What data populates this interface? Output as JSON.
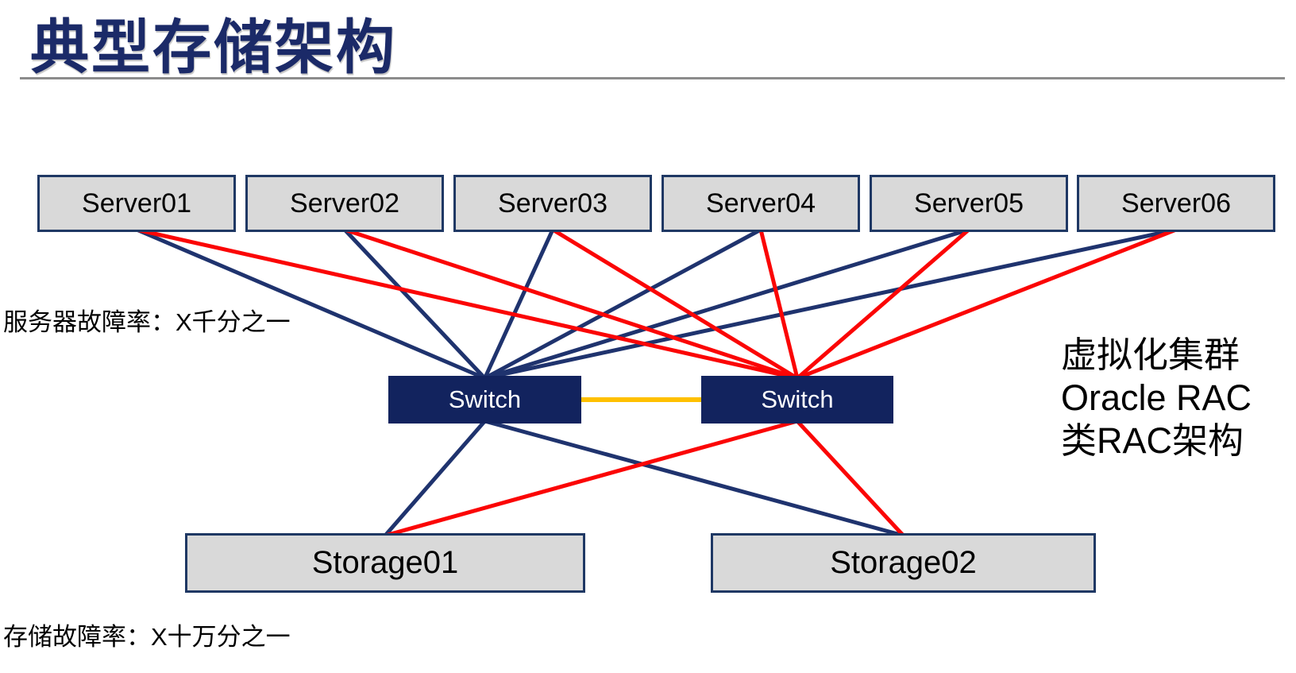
{
  "page": {
    "title": "典型存储架构"
  },
  "colors": {
    "navy_line": "#1F336E",
    "red_line": "#FB0505",
    "link_yellow": "#FFC000",
    "node_fill": "#D9D9D9",
    "node_border": "#1F3864",
    "switch_fill": "#12235E",
    "title_color": "#1B2A68",
    "divider_gray": "#8C8C8C"
  },
  "servers": [
    {
      "id": "server01",
      "label": "Server01"
    },
    {
      "id": "server02",
      "label": "Server02"
    },
    {
      "id": "server03",
      "label": "Server03"
    },
    {
      "id": "server04",
      "label": "Server04"
    },
    {
      "id": "server05",
      "label": "Server05"
    },
    {
      "id": "server06",
      "label": "Server06"
    }
  ],
  "switches": [
    {
      "id": "switch-a",
      "label": "Switch"
    },
    {
      "id": "switch-b",
      "label": "Switch"
    }
  ],
  "storages": [
    {
      "id": "storage01",
      "label": "Storage01"
    },
    {
      "id": "storage02",
      "label": "Storage02"
    }
  ],
  "annotations": {
    "server_failure_rate": "服务器故障率：X千分之一",
    "storage_failure_rate": "存储故障率：X十万分之一",
    "side_note_lines": [
      "虚拟化集群",
      "Oracle RAC",
      "类RAC架构"
    ]
  },
  "connections": [
    {
      "from": "server01",
      "to": "switch-a",
      "color": "navy_line"
    },
    {
      "from": "server02",
      "to": "switch-a",
      "color": "navy_line"
    },
    {
      "from": "server03",
      "to": "switch-a",
      "color": "navy_line"
    },
    {
      "from": "server04",
      "to": "switch-a",
      "color": "navy_line"
    },
    {
      "from": "server05",
      "to": "switch-a",
      "color": "navy_line"
    },
    {
      "from": "server06",
      "to": "switch-a",
      "color": "navy_line"
    },
    {
      "from": "server01",
      "to": "switch-b",
      "color": "red_line"
    },
    {
      "from": "server02",
      "to": "switch-b",
      "color": "red_line"
    },
    {
      "from": "server03",
      "to": "switch-b",
      "color": "red_line"
    },
    {
      "from": "server04",
      "to": "switch-b",
      "color": "red_line"
    },
    {
      "from": "server05",
      "to": "switch-b",
      "color": "red_line"
    },
    {
      "from": "server06",
      "to": "switch-b",
      "color": "red_line"
    },
    {
      "from": "switch-a",
      "to": "storage01",
      "color": "navy_line"
    },
    {
      "from": "switch-a",
      "to": "storage02",
      "color": "navy_line"
    },
    {
      "from": "switch-b",
      "to": "storage01",
      "color": "red_line"
    },
    {
      "from": "switch-b",
      "to": "storage02",
      "color": "red_line"
    },
    {
      "from": "switch-a",
      "to": "switch-b",
      "color": "link_yellow"
    }
  ]
}
